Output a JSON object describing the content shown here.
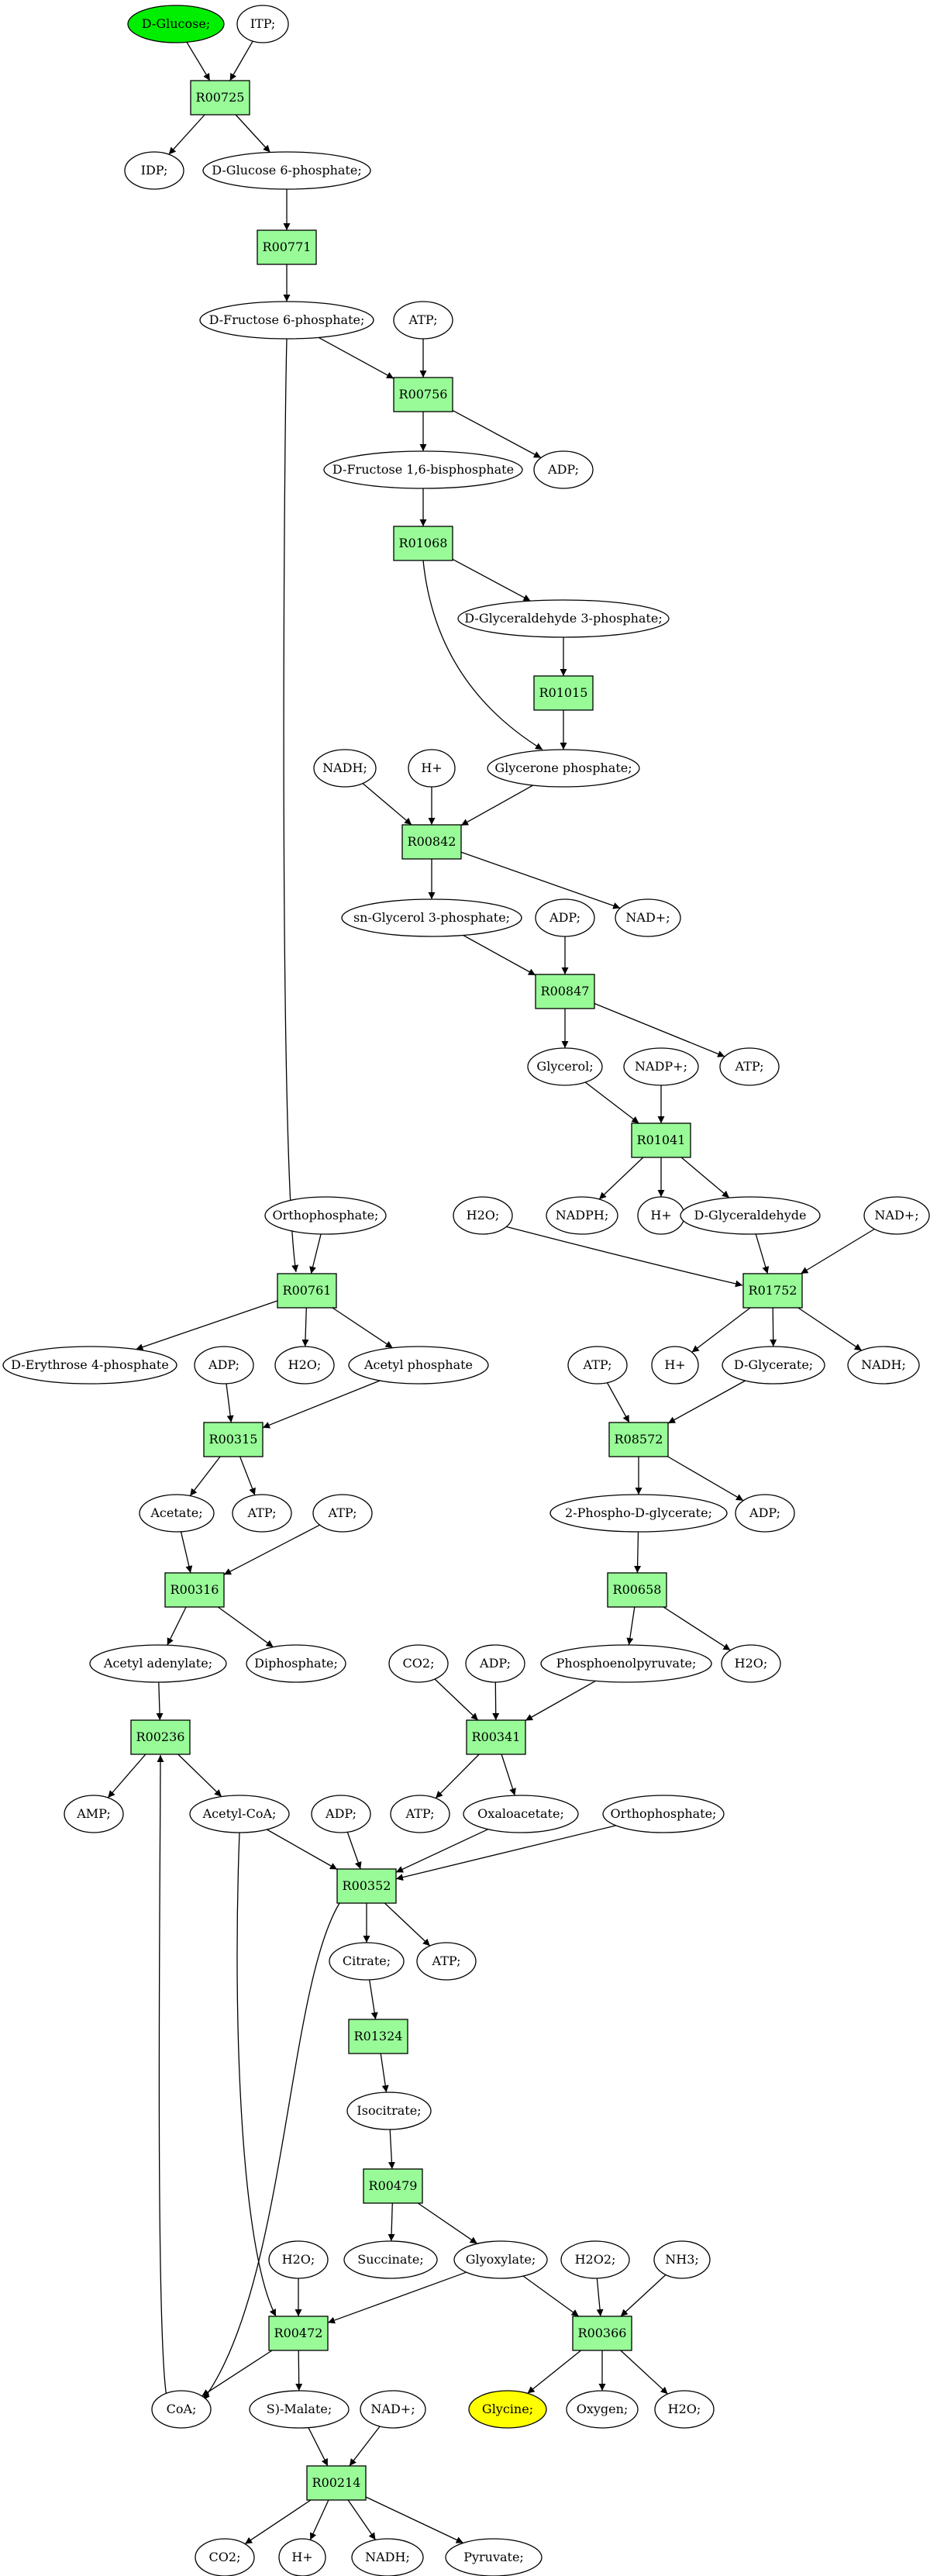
{
  "colors": {
    "compound_fill": "#ffffff",
    "reaction_fill": "#98fb98",
    "start_fill": "#00ee00",
    "end_fill": "#ffff00",
    "stroke": "#000000"
  },
  "graph": {
    "nodes": [
      {
        "id": "c_dglucose",
        "kind": "compound",
        "label": "D-Glucose;",
        "role": "start"
      },
      {
        "id": "c_itp",
        "kind": "compound",
        "label": "ITP;"
      },
      {
        "id": "r_R00725",
        "kind": "reaction",
        "label": "R00725"
      },
      {
        "id": "c_idp",
        "kind": "compound",
        "label": "IDP;"
      },
      {
        "id": "c_dg6p",
        "kind": "compound",
        "label": "D-Glucose 6-phosphate;"
      },
      {
        "id": "r_R00771",
        "kind": "reaction",
        "label": "R00771"
      },
      {
        "id": "c_df6p",
        "kind": "compound",
        "label": "D-Fructose 6-phosphate;"
      },
      {
        "id": "c_atp1",
        "kind": "compound",
        "label": "ATP;"
      },
      {
        "id": "r_R00756",
        "kind": "reaction",
        "label": "R00756"
      },
      {
        "id": "c_dfbp",
        "kind": "compound",
        "label": "D-Fructose 1,6-bisphosphate"
      },
      {
        "id": "c_adp1",
        "kind": "compound",
        "label": "ADP;"
      },
      {
        "id": "r_R01068",
        "kind": "reaction",
        "label": "R01068"
      },
      {
        "id": "c_dga3p",
        "kind": "compound",
        "label": "D-Glyceraldehyde 3-phosphate;"
      },
      {
        "id": "r_R01015",
        "kind": "reaction",
        "label": "R01015"
      },
      {
        "id": "c_nadh1",
        "kind": "compound",
        "label": "NADH;"
      },
      {
        "id": "c_hplus1",
        "kind": "compound",
        "label": "H+"
      },
      {
        "id": "c_gp",
        "kind": "compound",
        "label": "Glycerone phosphate;"
      },
      {
        "id": "r_R00842",
        "kind": "reaction",
        "label": "R00842"
      },
      {
        "id": "c_nadplus1",
        "kind": "compound",
        "label": "NAD+;"
      },
      {
        "id": "c_sng3p",
        "kind": "compound",
        "label": "sn-Glycerol 3-phosphate;"
      },
      {
        "id": "c_adp2",
        "kind": "compound",
        "label": "ADP;"
      },
      {
        "id": "r_R00847",
        "kind": "reaction",
        "label": "R00847"
      },
      {
        "id": "c_glycerol",
        "kind": "compound",
        "label": "Glycerol;"
      },
      {
        "id": "c_nadpplus",
        "kind": "compound",
        "label": "NADP+;"
      },
      {
        "id": "c_atp2",
        "kind": "compound",
        "label": "ATP;"
      },
      {
        "id": "r_R01041",
        "kind": "reaction",
        "label": "R01041"
      },
      {
        "id": "c_nadph",
        "kind": "compound",
        "label": "NADPH;"
      },
      {
        "id": "c_hplus2",
        "kind": "compound",
        "label": "H+"
      },
      {
        "id": "c_dga",
        "kind": "compound",
        "label": "D-Glyceraldehyde"
      },
      {
        "id": "c_ortho1",
        "kind": "compound",
        "label": "Orthophosphate;"
      },
      {
        "id": "c_h2o1",
        "kind": "compound",
        "label": "H2O;"
      },
      {
        "id": "c_nadplus2",
        "kind": "compound",
        "label": "NAD+;"
      },
      {
        "id": "r_R00761",
        "kind": "reaction",
        "label": "R00761"
      },
      {
        "id": "r_R01752",
        "kind": "reaction",
        "label": "R01752"
      },
      {
        "id": "c_de4p",
        "kind": "compound",
        "label": "D-Erythrose 4-phosphate"
      },
      {
        "id": "c_adp3",
        "kind": "compound",
        "label": "ADP;"
      },
      {
        "id": "c_h2o2",
        "kind": "compound",
        "label": "H2O;"
      },
      {
        "id": "c_acp",
        "kind": "compound",
        "label": "Acetyl phosphate"
      },
      {
        "id": "c_atp3",
        "kind": "compound",
        "label": "ATP;"
      },
      {
        "id": "c_hplus3",
        "kind": "compound",
        "label": "H+"
      },
      {
        "id": "c_dglycerate",
        "kind": "compound",
        "label": "D-Glycerate;"
      },
      {
        "id": "c_nadh2",
        "kind": "compound",
        "label": "NADH;"
      },
      {
        "id": "r_R00315",
        "kind": "reaction",
        "label": "R00315"
      },
      {
        "id": "r_R08572",
        "kind": "reaction",
        "label": "R08572"
      },
      {
        "id": "c_acetate",
        "kind": "compound",
        "label": "Acetate;"
      },
      {
        "id": "c_atp4",
        "kind": "compound",
        "label": "ATP;"
      },
      {
        "id": "c_atp5",
        "kind": "compound",
        "label": "ATP;"
      },
      {
        "id": "c_2pg",
        "kind": "compound",
        "label": "2-Phospho-D-glycerate;"
      },
      {
        "id": "c_adp4",
        "kind": "compound",
        "label": "ADP;"
      },
      {
        "id": "r_R00316",
        "kind": "reaction",
        "label": "R00316"
      },
      {
        "id": "r_R00658",
        "kind": "reaction",
        "label": "R00658"
      },
      {
        "id": "c_acad",
        "kind": "compound",
        "label": "Acetyl adenylate;"
      },
      {
        "id": "c_diphos",
        "kind": "compound",
        "label": "Diphosphate;"
      },
      {
        "id": "c_co2a",
        "kind": "compound",
        "label": "CO2;"
      },
      {
        "id": "c_adp5",
        "kind": "compound",
        "label": "ADP;"
      },
      {
        "id": "c_pep",
        "kind": "compound",
        "label": "Phosphoenolpyruvate;"
      },
      {
        "id": "c_h2o3",
        "kind": "compound",
        "label": "H2O;"
      },
      {
        "id": "r_R00236",
        "kind": "reaction",
        "label": "R00236"
      },
      {
        "id": "r_R00341",
        "kind": "reaction",
        "label": "R00341"
      },
      {
        "id": "c_amp",
        "kind": "compound",
        "label": "AMP;"
      },
      {
        "id": "c_acoa",
        "kind": "compound",
        "label": "Acetyl-CoA;"
      },
      {
        "id": "c_adp6",
        "kind": "compound",
        "label": "ADP;"
      },
      {
        "id": "c_atp6",
        "kind": "compound",
        "label": "ATP;"
      },
      {
        "id": "c_oxa",
        "kind": "compound",
        "label": "Oxaloacetate;"
      },
      {
        "id": "c_ortho2",
        "kind": "compound",
        "label": "Orthophosphate;"
      },
      {
        "id": "r_R00352",
        "kind": "reaction",
        "label": "R00352"
      },
      {
        "id": "c_citrate",
        "kind": "compound",
        "label": "Citrate;"
      },
      {
        "id": "c_atp7",
        "kind": "compound",
        "label": "ATP;"
      },
      {
        "id": "r_R01324",
        "kind": "reaction",
        "label": "R01324"
      },
      {
        "id": "c_isocit",
        "kind": "compound",
        "label": "Isocitrate;"
      },
      {
        "id": "r_R00479",
        "kind": "reaction",
        "label": "R00479"
      },
      {
        "id": "c_succ",
        "kind": "compound",
        "label": "Succinate;"
      },
      {
        "id": "c_glyox",
        "kind": "compound",
        "label": "Glyoxylate;"
      },
      {
        "id": "c_h2o4",
        "kind": "compound",
        "label": "H2O;"
      },
      {
        "id": "c_h2o2b",
        "kind": "compound",
        "label": "H2O2;"
      },
      {
        "id": "c_nh3",
        "kind": "compound",
        "label": "NH3;"
      },
      {
        "id": "r_R00472",
        "kind": "reaction",
        "label": "R00472"
      },
      {
        "id": "r_R00366",
        "kind": "reaction",
        "label": "R00366"
      },
      {
        "id": "c_coa",
        "kind": "compound",
        "label": "CoA;"
      },
      {
        "id": "c_smalate",
        "kind": "compound",
        "label": "S)-Malate;"
      },
      {
        "id": "c_nadplus3",
        "kind": "compound",
        "label": "NAD+;"
      },
      {
        "id": "c_glycine",
        "kind": "compound",
        "label": "Glycine;",
        "role": "end"
      },
      {
        "id": "c_oxygen",
        "kind": "compound",
        "label": "Oxygen;"
      },
      {
        "id": "c_h2o5",
        "kind": "compound",
        "label": "H2O;"
      },
      {
        "id": "r_R00214",
        "kind": "reaction",
        "label": "R00214"
      },
      {
        "id": "c_co2b",
        "kind": "compound",
        "label": "CO2;"
      },
      {
        "id": "c_hplus4",
        "kind": "compound",
        "label": "H+"
      },
      {
        "id": "c_nadh3",
        "kind": "compound",
        "label": "NADH;"
      },
      {
        "id": "c_pyruvate",
        "kind": "compound",
        "label": "Pyruvate;"
      }
    ],
    "edges": [
      [
        "c_dglucose",
        "r_R00725"
      ],
      [
        "c_itp",
        "r_R00725"
      ],
      [
        "r_R00725",
        "c_idp"
      ],
      [
        "r_R00725",
        "c_dg6p"
      ],
      [
        "c_dg6p",
        "r_R00771"
      ],
      [
        "r_R00771",
        "c_df6p"
      ],
      [
        "c_df6p",
        "r_R00756"
      ],
      [
        "c_atp1",
        "r_R00756"
      ],
      [
        "r_R00756",
        "c_dfbp"
      ],
      [
        "r_R00756",
        "c_adp1"
      ],
      [
        "c_dfbp",
        "r_R01068"
      ],
      [
        "r_R01068",
        "c_dga3p"
      ],
      [
        "r_R01068",
        "c_gp"
      ],
      [
        "c_dga3p",
        "r_R01015"
      ],
      [
        "r_R01015",
        "c_gp"
      ],
      [
        "c_nadh1",
        "r_R00842"
      ],
      [
        "c_hplus1",
        "r_R00842"
      ],
      [
        "c_gp",
        "r_R00842"
      ],
      [
        "r_R00842",
        "c_nadplus1"
      ],
      [
        "r_R00842",
        "c_sng3p"
      ],
      [
        "c_sng3p",
        "r_R00847"
      ],
      [
        "c_adp2",
        "r_R00847"
      ],
      [
        "r_R00847",
        "c_glycerol"
      ],
      [
        "r_R00847",
        "c_atp2"
      ],
      [
        "c_glycerol",
        "r_R01041"
      ],
      [
        "c_nadpplus",
        "r_R01041"
      ],
      [
        "r_R01041",
        "c_nadph"
      ],
      [
        "r_R01041",
        "c_hplus2"
      ],
      [
        "r_R01041",
        "c_dga"
      ],
      [
        "c_df6p",
        "r_R00761"
      ],
      [
        "c_ortho1",
        "r_R00761"
      ],
      [
        "r_R00761",
        "c_de4p"
      ],
      [
        "r_R00761",
        "c_h2o2"
      ],
      [
        "r_R00761",
        "c_acp"
      ],
      [
        "c_h2o1",
        "r_R01752"
      ],
      [
        "c_dga",
        "r_R01752"
      ],
      [
        "c_nadplus2",
        "r_R01752"
      ],
      [
        "r_R01752",
        "c_hplus3"
      ],
      [
        "r_R01752",
        "c_dglycerate"
      ],
      [
        "r_R01752",
        "c_nadh2"
      ],
      [
        "c_adp3",
        "r_R00315"
      ],
      [
        "c_acp",
        "r_R00315"
      ],
      [
        "r_R00315",
        "c_acetate"
      ],
      [
        "r_R00315",
        "c_atp4"
      ],
      [
        "c_atp3",
        "r_R08572"
      ],
      [
        "c_dglycerate",
        "r_R08572"
      ],
      [
        "r_R08572",
        "c_2pg"
      ],
      [
        "r_R08572",
        "c_adp4"
      ],
      [
        "c_acetate",
        "r_R00316"
      ],
      [
        "c_atp5",
        "r_R00316"
      ],
      [
        "r_R00316",
        "c_acad"
      ],
      [
        "r_R00316",
        "c_diphos"
      ],
      [
        "c_2pg",
        "r_R00658"
      ],
      [
        "r_R00658",
        "c_pep"
      ],
      [
        "r_R00658",
        "c_h2o3"
      ],
      [
        "c_acad",
        "r_R00236"
      ],
      [
        "c_coa",
        "r_R00236"
      ],
      [
        "r_R00236",
        "c_amp"
      ],
      [
        "r_R00236",
        "c_acoa"
      ],
      [
        "c_co2a",
        "r_R00341"
      ],
      [
        "c_adp5",
        "r_R00341"
      ],
      [
        "c_pep",
        "r_R00341"
      ],
      [
        "r_R00341",
        "c_atp6"
      ],
      [
        "r_R00341",
        "c_oxa"
      ],
      [
        "c_acoa",
        "r_R00352"
      ],
      [
        "c_adp6",
        "r_R00352"
      ],
      [
        "c_oxa",
        "r_R00352"
      ],
      [
        "c_ortho2",
        "r_R00352"
      ],
      [
        "r_R00352",
        "c_citrate"
      ],
      [
        "r_R00352",
        "c_atp7"
      ],
      [
        "r_R00352",
        "c_coa"
      ],
      [
        "c_citrate",
        "r_R01324"
      ],
      [
        "r_R01324",
        "c_isocit"
      ],
      [
        "c_isocit",
        "r_R00479"
      ],
      [
        "r_R00479",
        "c_succ"
      ],
      [
        "r_R00479",
        "c_glyox"
      ],
      [
        "c_acoa",
        "r_R00472"
      ],
      [
        "c_h2o4",
        "r_R00472"
      ],
      [
        "c_glyox",
        "r_R00472"
      ],
      [
        "r_R00472",
        "c_coa"
      ],
      [
        "r_R00472",
        "c_smalate"
      ],
      [
        "c_glyox",
        "r_R00366"
      ],
      [
        "c_h2o2b",
        "r_R00366"
      ],
      [
        "c_nh3",
        "r_R00366"
      ],
      [
        "r_R00366",
        "c_glycine"
      ],
      [
        "r_R00366",
        "c_oxygen"
      ],
      [
        "r_R00366",
        "c_h2o5"
      ],
      [
        "c_smalate",
        "r_R00214"
      ],
      [
        "c_nadplus3",
        "r_R00214"
      ],
      [
        "r_R00214",
        "c_co2b"
      ],
      [
        "r_R00214",
        "c_hplus4"
      ],
      [
        "r_R00214",
        "c_nadh3"
      ],
      [
        "r_R00214",
        "c_pyruvate"
      ]
    ]
  }
}
